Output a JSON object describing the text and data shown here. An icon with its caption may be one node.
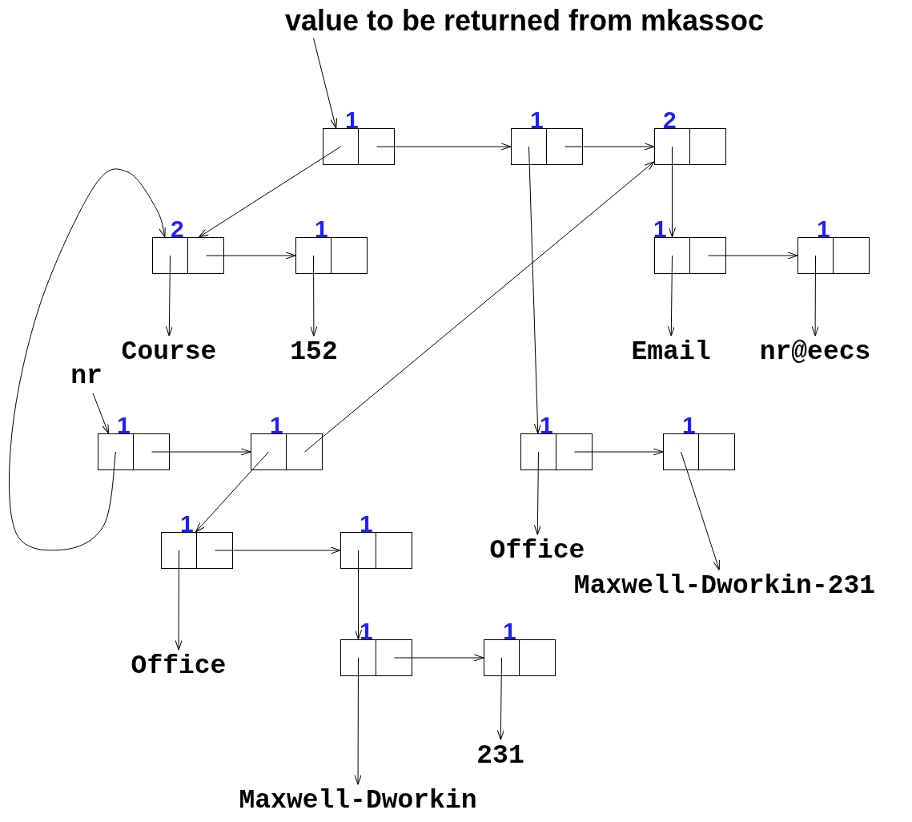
{
  "diagram": {
    "nodes": [
      {
        "text": [
          "value to be returned from mkassoc"
        ]
      },
      {
        "text": [],
        "shape": "box",
        "beside": [
          "1"
        ]
      },
      {
        "text": [],
        "shape": "box",
        "beside": [
          "1"
        ]
      },
      {
        "text": [],
        "shape": "box",
        "beside": [
          "2"
        ]
      },
      {
        "text": [],
        "shape": "box",
        "beside": [
          "2"
        ]
      },
      {
        "text": [],
        "shape": "box",
        "beside": [
          "1"
        ]
      },
      {
        "text": [],
        "shape": "box",
        "beside": [
          "1"
        ]
      },
      {
        "text": [],
        "shape": "box",
        "beside": [
          "1"
        ]
      },
      {
        "text": [],
        "shape": "box",
        "beside": [
          "1"
        ]
      },
      {
        "text": [],
        "shape": "box",
        "beside": [
          "1"
        ]
      },
      {
        "text": [],
        "shape": "box",
        "beside": [
          "1"
        ]
      },
      {
        "text": [],
        "shape": "box",
        "beside": [
          "1"
        ]
      },
      {
        "text": [],
        "shape": "box",
        "beside": [
          "1"
        ]
      },
      {
        "text": [],
        "shape": "box",
        "beside": [
          "1"
        ]
      },
      {
        "text": [],
        "shape": "box",
        "beside": [
          "1"
        ]
      },
      {
        "text": [],
        "shape": "box",
        "beside": [
          "1"
        ]
      },
      {
        "text": [
          "Course"
        ]
      },
      {
        "text": [
          "152"
        ]
      },
      {
        "text": [
          "Email"
        ]
      },
      {
        "text": [
          "nr@eecs"
        ]
      },
      {
        "text": [
          "nr"
        ]
      },
      {
        "text": [
          "Office"
        ]
      },
      {
        "text": [
          "Maxwell-Dworkin-231"
        ]
      },
      {
        "text": [
          "Office"
        ]
      },
      {
        "text": [
          "231"
        ]
      },
      {
        "text": [
          "Maxwell-Dworkin"
        ]
      }
    ],
    "edges": [
      {
        "from": 0,
        "to": 1,
        "arrow": "to"
      },
      {
        "from": 1,
        "to": 2,
        "arrow": "to"
      },
      {
        "from": 1,
        "to": 4,
        "arrow": "to"
      },
      {
        "from": 2,
        "to": 3,
        "arrow": "to"
      },
      {
        "from": 2,
        "to": 10,
        "arrow": "to"
      },
      {
        "from": 3,
        "to": 6,
        "arrow": "to"
      },
      {
        "from": 6,
        "to": 7,
        "arrow": "to"
      },
      {
        "from": 6,
        "to": 18,
        "arrow": "to"
      },
      {
        "from": 7,
        "to": 19,
        "arrow": "to"
      },
      {
        "from": 4,
        "to": 16,
        "arrow": "to"
      },
      {
        "from": 4,
        "to": 5,
        "arrow": "to"
      },
      {
        "from": 5,
        "to": 17,
        "arrow": "to"
      },
      {
        "from": 20,
        "to": 8,
        "arrow": "to"
      },
      {
        "from": 8,
        "to": 4,
        "arrow": "to"
      },
      {
        "from": 8,
        "to": 9,
        "arrow": "to"
      },
      {
        "from": 9,
        "to": 3,
        "arrow": "to"
      },
      {
        "from": 9,
        "to": 12,
        "arrow": "to"
      },
      {
        "from": 10,
        "to": 21,
        "arrow": "to"
      },
      {
        "from": 10,
        "to": 11,
        "arrow": "to"
      },
      {
        "from": 11,
        "to": 22,
        "arrow": "to"
      },
      {
        "from": 12,
        "to": 23,
        "arrow": "to"
      },
      {
        "from": 12,
        "to": 13,
        "arrow": "to"
      },
      {
        "from": 14,
        "to": 15,
        "arrow": "to"
      },
      {
        "from": 13,
        "to": 14,
        "arrow": "to"
      },
      {
        "from": 14,
        "to": 25,
        "arrow": "to"
      },
      {
        "from": 15,
        "to": 24,
        "arrow": "to"
      }
    ]
  }
}
